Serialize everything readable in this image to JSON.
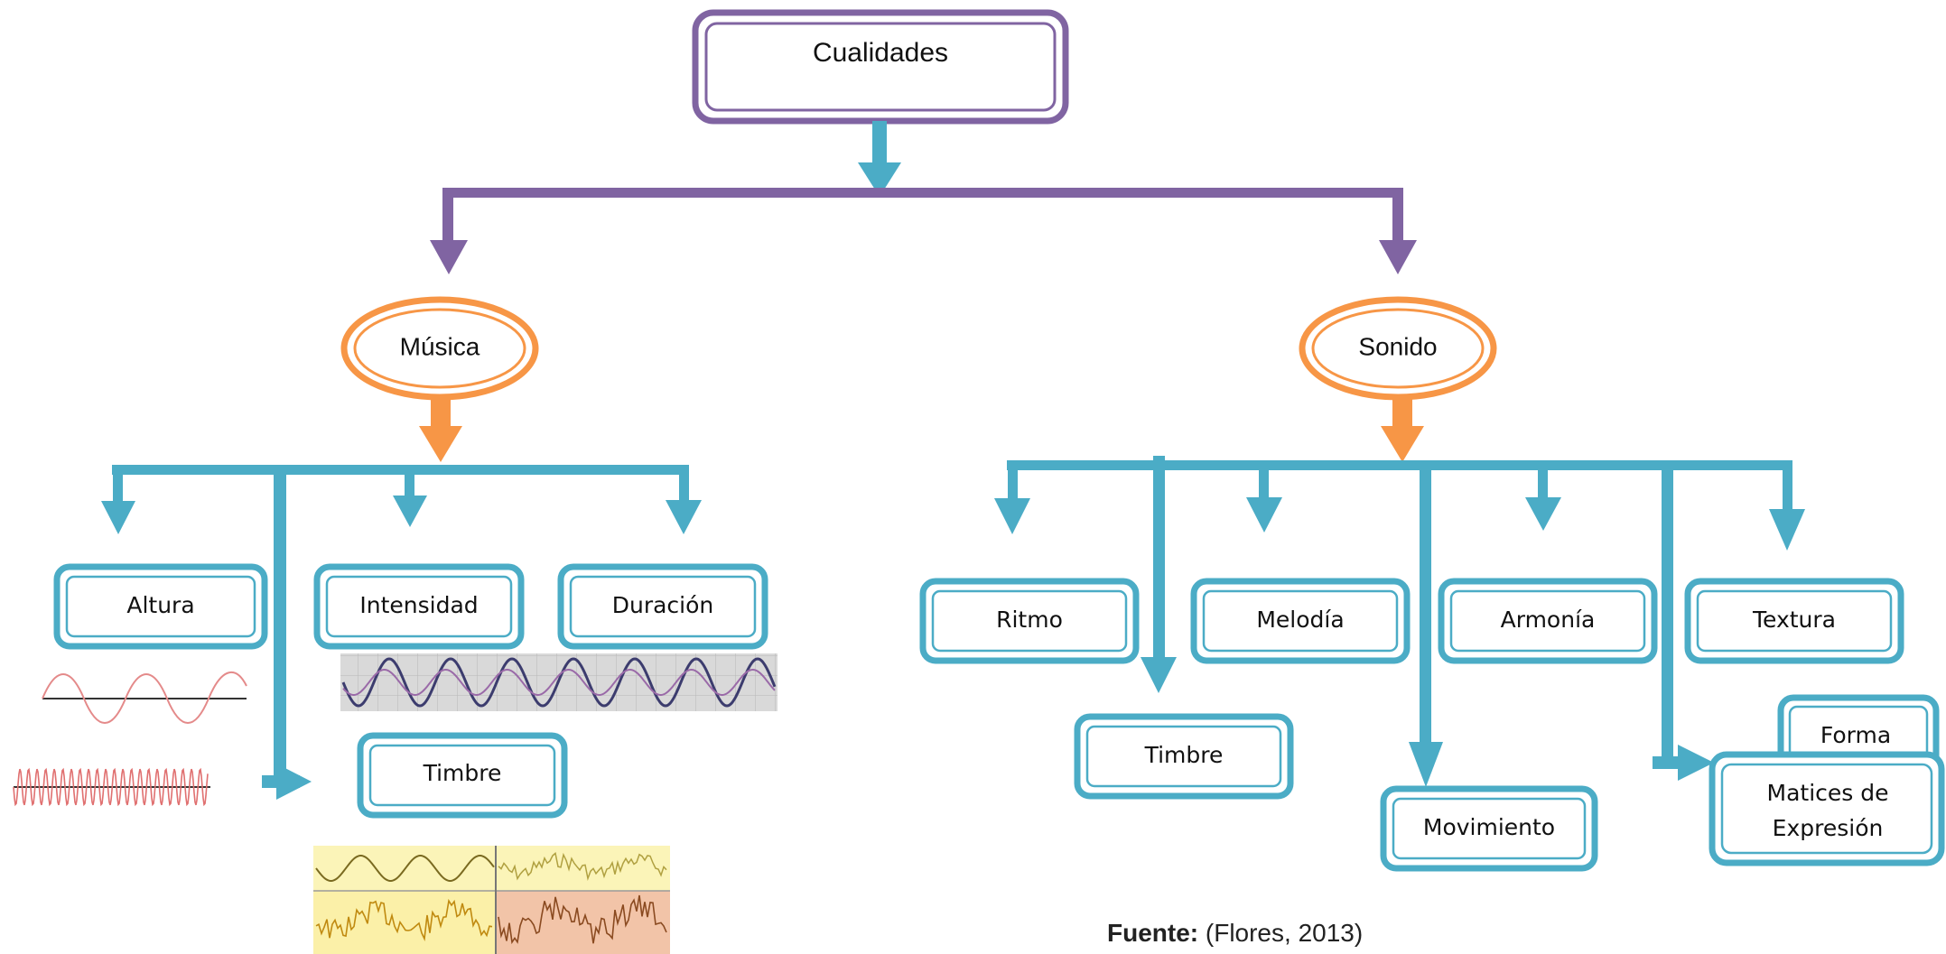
{
  "root": {
    "label": "Cualidades"
  },
  "branches": {
    "musica": {
      "label": "Música"
    },
    "sonido": {
      "label": "Sonido"
    }
  },
  "musica_items": {
    "altura": "Altura",
    "intensidad": "Intensidad",
    "duracion": "Duración",
    "timbre": "Timbre"
  },
  "sonido_items": {
    "ritmo": "Ritmo",
    "timbre": "Timbre",
    "melodia": "Melodía",
    "movimiento": "Movimiento",
    "armonia": "Armonía",
    "textura": "Textura",
    "forma": "Forma",
    "matices_line1": "Matices de",
    "matices_line2": "Expresión"
  },
  "source": {
    "label": "Fuente:",
    "value": "(Flores, 2013)"
  },
  "colors": {
    "purple": "#8064a2",
    "orange": "#f79646",
    "teal": "#4bacc6"
  }
}
